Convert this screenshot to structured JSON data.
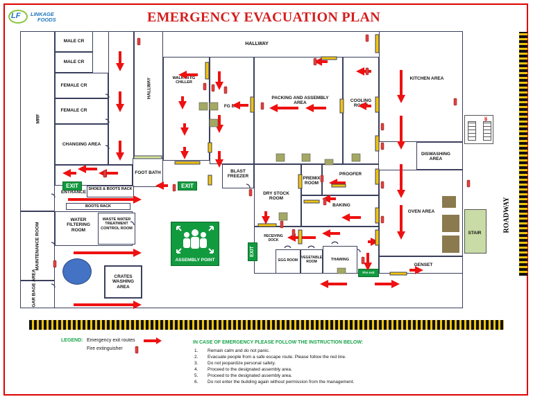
{
  "header": {
    "logo_initials": "LF",
    "logo_text_top": "LINKAGE",
    "logo_text_bottom": "FOODS",
    "title": "EMERGENCY EVACUATION PLAN"
  },
  "rooms": {
    "hallway_top": "HALLWAY",
    "hallway_vertical": "HALLWAY",
    "mrf": "MRF",
    "male_cr_1": "MALE CR",
    "male_cr_2": "MALE CR",
    "female_cr_1": "FEMALE CR",
    "female_cr_2": "FEMALE CR",
    "changing_area": "CHANGING AREA",
    "entrance": "ENTRANCE",
    "foot_bath": "FOOT BATH",
    "shoes_rack": "SHOES & BOOTS RACK",
    "boots_rack": "BOOTS RACK",
    "walk_in_chiller": "WALK-IN FG CHILLER",
    "fg_dry": "FG DRY",
    "blast_freezer": "BLAST FREEZER",
    "packing_assembly": "PACKING AND ASSEMBLY AREA",
    "cooling_room": "COOLING ROOM",
    "kitchen_area": "KITCHEN AREA",
    "dishwashing_area": "DISWASHING AREA",
    "lpg_tank": "LPG TANK",
    "dry_stock_room": "DRY STOCK ROOM",
    "premix_room": "PREMIX ROOM",
    "proofer": "PROOFER",
    "baking": "BAKING",
    "oven_area": "OVEN AREA",
    "stair": "STAIR",
    "roadway": "ROADWAY",
    "water_filtering_room": "WATER FILTERING ROOM",
    "waste_water_room": "WASTE WATER TREATMENT CONTROL ROOM",
    "maintenance_room": "MAINTENANCE ROOM",
    "garbage_area": "GAR BAGE AREA",
    "crates_washing_area": "CRATES WASHING AREA",
    "receiving_dock": "RECEIVING DOCK",
    "egg_room": "EGG ROOM",
    "vegetable_room": "VEGETABLE ROOM",
    "thawing": "THAWING",
    "genset": "GENSET"
  },
  "exits": {
    "exit_1": "EXIT",
    "exit_2": "EXIT",
    "exit_3": "EXIT",
    "fire_exit": "Fire exit"
  },
  "assembly_point": "ASSEMBLY POINT",
  "legend": {
    "title": "LEGEND:",
    "exit_routes": "Emergency exit routes",
    "fire_extinguisher": "Fire extinguisher"
  },
  "instructions": {
    "title": "IN CASE OF EMERGENCY PLEASE FOLLOW THE INSTRUCTION BELOW:",
    "items": [
      {
        "num": "1.",
        "text": "Remain calm and do not panic."
      },
      {
        "num": "2.",
        "text": "Evacuate people from a safe escape route. Please follow the red line."
      },
      {
        "num": "3.",
        "text": "Do not jeopardize personal safety."
      },
      {
        "num": "4.",
        "text": "Proceed to the designated assembly area."
      },
      {
        "num": "5.",
        "text": "Proceed to the designated assembly area."
      },
      {
        "num": "6.",
        "text": "Do not enter the building again without permission from the management."
      }
    ]
  },
  "colors": {
    "title_red": "#d41e1e",
    "route_red": "#ee1111",
    "exit_green": "#129a3f",
    "legend_green": "#1aa34a",
    "door_yellow": "#f1c40f",
    "wall_navy": "#3a3f5c"
  }
}
